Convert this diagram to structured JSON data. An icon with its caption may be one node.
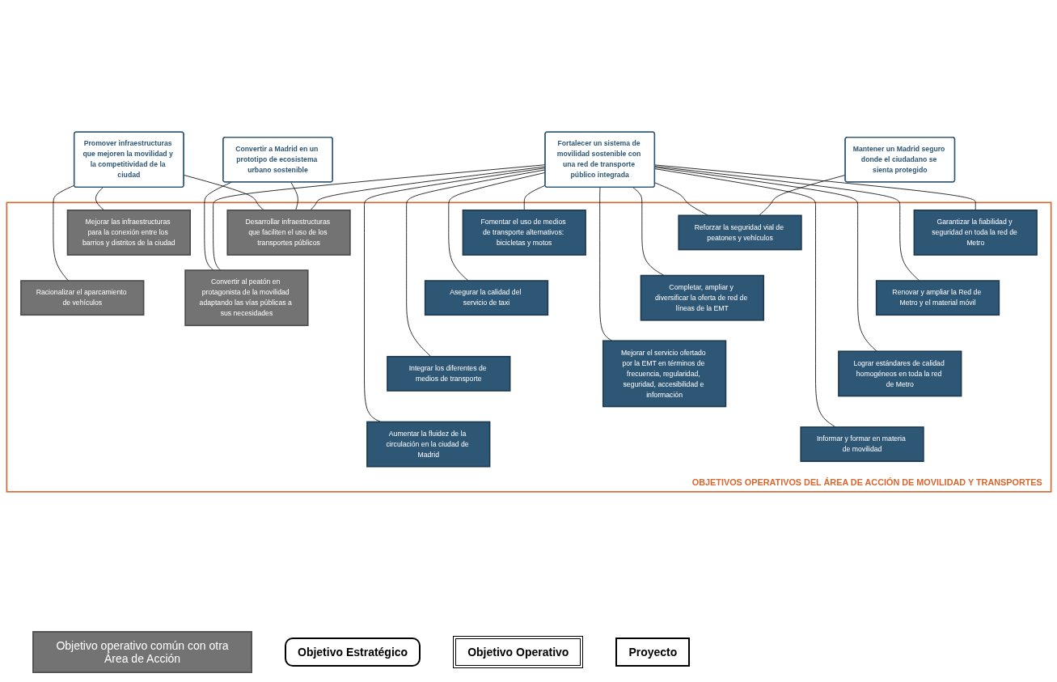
{
  "diagram": {
    "nodes": [
      {
        "text": [
          "Promover infraestructuras que mejoren la movilidad y la competitividad de la ciudad"
        ]
      },
      {
        "text": [
          "Convertir a Madrid en un prototipo de ecosistema urbano sostenible"
        ]
      },
      {
        "text": [
          "Fortalecer un sistema de movilidad sostenible con una red de transporte público integrada"
        ]
      },
      {
        "text": [
          "Mantener un Madrid seguro donde el ciudadano se sienta protegido"
        ]
      },
      {
        "text": [
          "OBJETIVOS OPERATIVOS DEL ÁREA DE ACCIÓN DE MOVILIDAD Y TRANSPORTES"
        ]
      },
      {
        "text": [
          "Mejorar las infraestructuras para la conexión entre los barrios y distritos de la ciudad"
        ],
        "in": 4
      },
      {
        "text": [
          "Racionalizar el aparcamiento de vehículos"
        ],
        "in": 4
      },
      {
        "text": [
          "Desarrollar infraestructuras que faciliten el uso de los transportes públicos"
        ],
        "in": 4
      },
      {
        "text": [
          "Convertir al peatón en protagonista de la movilidad adaptando las vías públicas a sus necesidades"
        ],
        "in": 4
      },
      {
        "text": [
          "Fomentar el uso de medios de transporte alternativos: bicicletas y motos"
        ],
        "in": 4
      },
      {
        "text": [
          "Garantizar la fiabilidad y seguridad en toda la red de Metro"
        ],
        "in": 4
      },
      {
        "text": [
          "Asegurar la calidad del servicio de taxi"
        ],
        "in": 4
      },
      {
        "text": [
          "Renovar y ampliar la Red de Metro y el material móvil"
        ],
        "in": 4
      },
      {
        "text": [
          "Integrar los diferentes de medios de transporte"
        ],
        "in": 4
      },
      {
        "text": [
          "Lograr estándares de calidad homogéneos en toda la red de Metro"
        ],
        "in": 4
      },
      {
        "text": [
          "Aumentar la fluidez de la circulación en la ciudad de Madrid"
        ],
        "in": 4
      },
      {
        "text": [
          "Informar y formar en materia de movilidad"
        ],
        "in": 4
      },
      {
        "text": [
          "Reforzar la seguridad vial de peatones y vehículos"
        ],
        "in": 4
      },
      {
        "text": [
          "Completar, ampliar y diversificar la oferta de red de líneas de la EMT"
        ],
        "in": 4
      },
      {
        "text": [
          "Mejorar el servicio ofertado por la EMT en términos de frecuencia, regularidad, seguridad, accesibilidad e información"
        ],
        "in": 4
      }
    ],
    "edges": [
      {
        "from": 0,
        "to": 5,
        "arrow": "none"
      },
      {
        "from": 0,
        "to": 6,
        "arrow": "none"
      },
      {
        "from": 0,
        "to": 7,
        "arrow": "none"
      },
      {
        "from": 1,
        "to": 7,
        "arrow": "none"
      },
      {
        "from": 1,
        "to": 8,
        "arrow": "none"
      },
      {
        "from": 2,
        "to": 7,
        "arrow": "none"
      },
      {
        "from": 2,
        "to": 8,
        "arrow": "none"
      },
      {
        "from": 2,
        "to": 9,
        "arrow": "none"
      },
      {
        "from": 2,
        "to": 10,
        "arrow": "none"
      },
      {
        "from": 2,
        "to": 11,
        "arrow": "none"
      },
      {
        "from": 2,
        "to": 12,
        "arrow": "none"
      },
      {
        "from": 2,
        "to": 13,
        "arrow": "none"
      },
      {
        "from": 2,
        "to": 14,
        "arrow": "none"
      },
      {
        "from": 2,
        "to": 15,
        "arrow": "none"
      },
      {
        "from": 2,
        "to": 16,
        "arrow": "none"
      },
      {
        "from": 2,
        "to": 17,
        "arrow": "none"
      },
      {
        "from": 2,
        "to": 18,
        "arrow": "none"
      },
      {
        "from": 2,
        "to": 19,
        "arrow": "none"
      },
      {
        "from": 3,
        "to": 17,
        "arrow": "none"
      }
    ],
    "legend": [
      {
        "text": "Objetivo operativo común con otra Área de Acción",
        "color": "#737373"
      },
      {
        "text": "Objetivo Estratégico"
      },
      {
        "text": "Objetivo Operativo"
      },
      {
        "text": "Proyecto"
      }
    ]
  }
}
